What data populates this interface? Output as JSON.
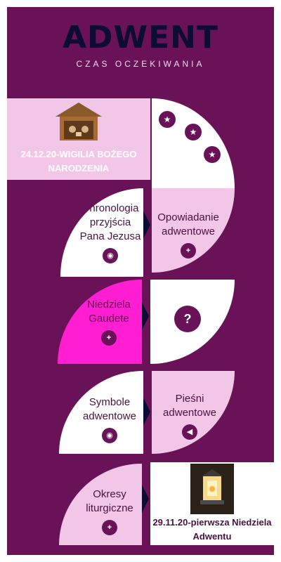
{
  "header": {
    "title": "ADWENT",
    "subtitle": "CZAS OCZEKIWANIA"
  },
  "tiles": {
    "wigilia": {
      "label": "24.12.20-WIGILIA BOŻEGO NARODZENIA"
    },
    "stars": {
      "icon": "star-icon"
    },
    "chronologia": {
      "label": "Chronologia przyjścia Pana Jezusa",
      "icon": "eye-icon"
    },
    "opowiadanie": {
      "label": "Opowiadanie adwentowe",
      "icon": "plus-icon"
    },
    "gaudete": {
      "label": "Niedziela Gaudete",
      "icon": "plus-icon"
    },
    "quiz": {
      "icon_text": "?"
    },
    "symbole": {
      "label": "Symbole adwentowe",
      "icon": "eye-icon"
    },
    "piesni": {
      "label": "Pieśni adwentowe",
      "icon": "speaker-icon"
    },
    "okresy": {
      "label": "Okresy liturgiczne",
      "icon": "plus-icon"
    },
    "pierwsza": {
      "label": "29.11.20-pierwsza Niedziela Adwentu"
    }
  },
  "colors": {
    "background": "#6a1258",
    "pink": "#f2c6e6",
    "magenta": "#ff1ed1",
    "title": "#0d0d33"
  }
}
